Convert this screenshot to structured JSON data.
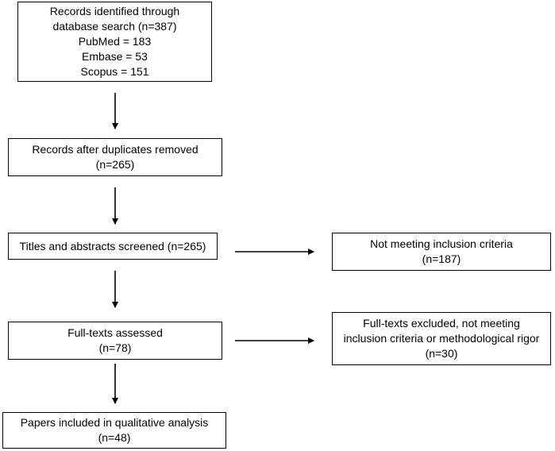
{
  "flow": {
    "identified": {
      "lines": [
        "Records identified through",
        "database search (n=387)",
        "PubMed = 183",
        "Embase = 53",
        "Scopus = 151"
      ]
    },
    "dedup": {
      "lines": [
        "Records after duplicates removed",
        "(n=265)"
      ]
    },
    "screened": {
      "lines": [
        "Titles and abstracts screened (n=265)"
      ]
    },
    "excluded_screen": {
      "lines": [
        "Not meeting inclusion criteria",
        "(n=187)"
      ]
    },
    "fulltext": {
      "lines": [
        "Full-texts assessed",
        "(n=78)"
      ]
    },
    "excluded_fulltext": {
      "lines": [
        "Full-texts excluded, not meeting",
        "inclusion criteria or methodological rigor",
        "(n=30)"
      ]
    },
    "included": {
      "lines": [
        "Papers included in qualitative analysis",
        "(n=48)"
      ]
    }
  },
  "colors": {
    "stroke": "#000000",
    "background": "#ffffff"
  }
}
